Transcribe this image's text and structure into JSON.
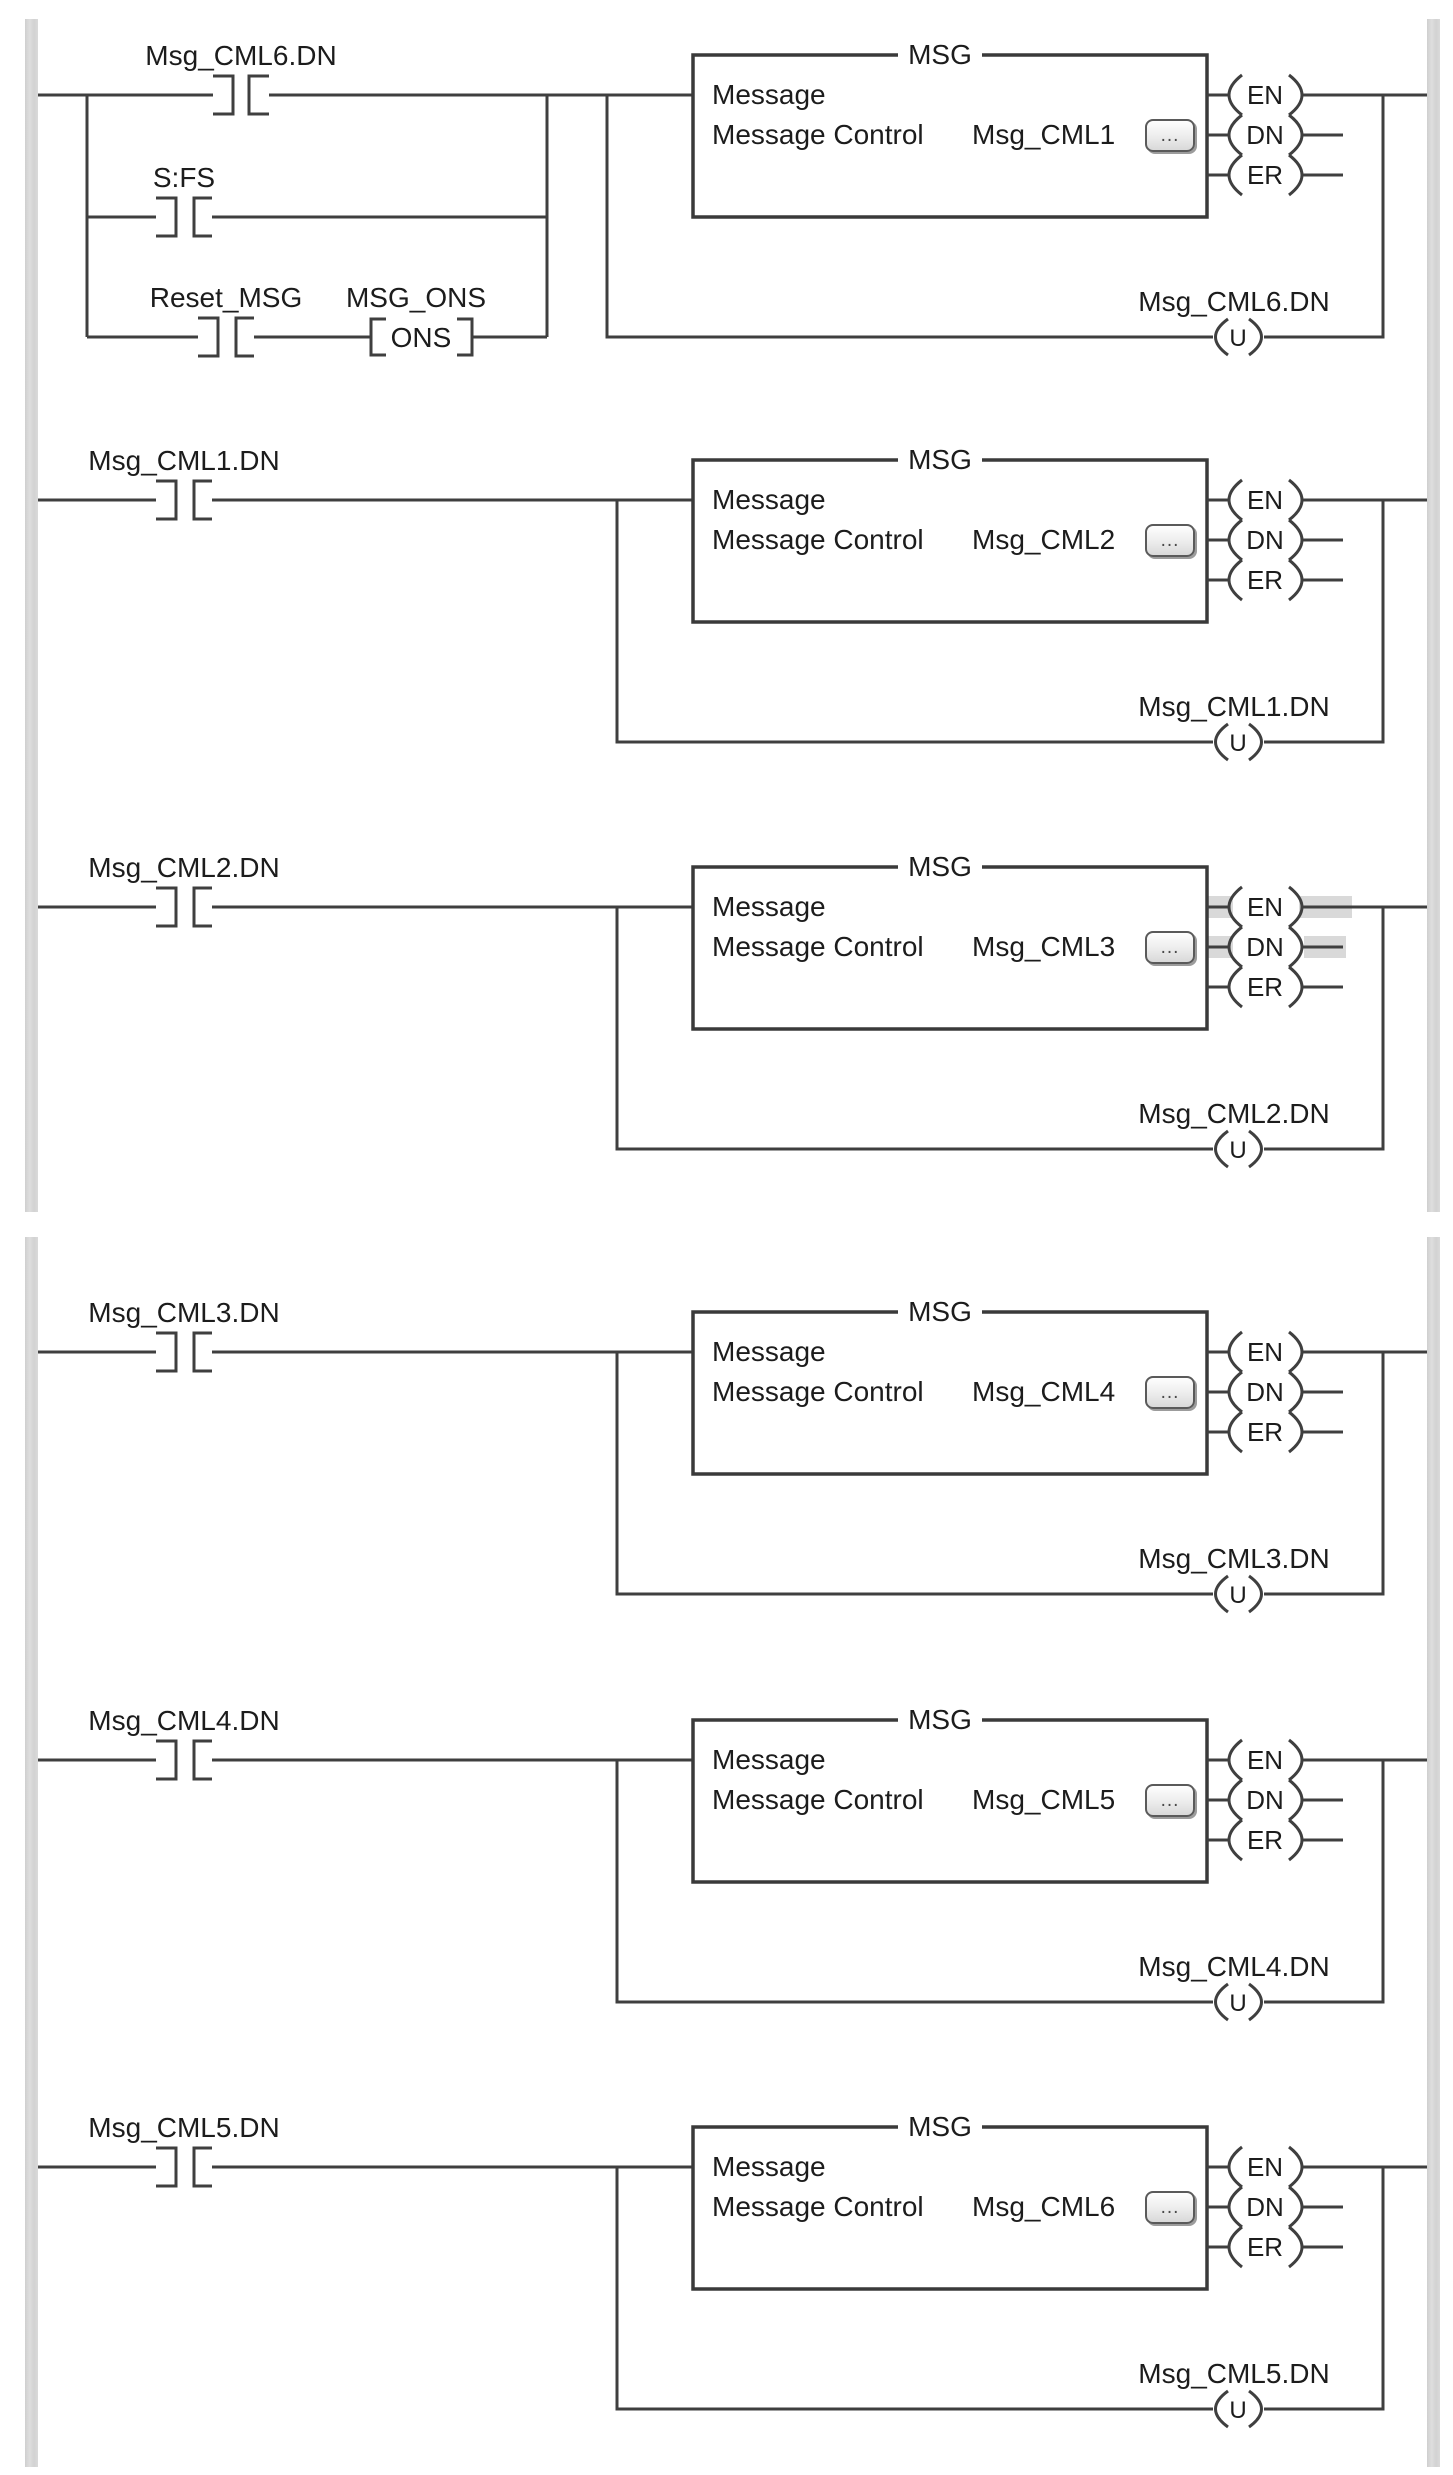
{
  "diagram": {
    "type": "ladder-logic",
    "colors": {
      "wire": "#3f3f3f",
      "text": "#1c1c1c",
      "rail": "#d5d5d5",
      "highlight": "#d9d9d9",
      "background": "#ffffff"
    },
    "instruction_set": {
      "msg_title": "MSG",
      "msg_line1": "Message",
      "msg_line2": "Message Control",
      "browse_label": "...",
      "out_en": "EN",
      "out_dn": "DN",
      "out_er": "ER",
      "unlatch": "U",
      "ons": "ONS"
    },
    "rungs": [
      {
        "input_contact": "Msg_CML6.DN",
        "parallel_contacts": [
          "S:FS",
          "Reset_MSG"
        ],
        "ons_tag": "MSG_ONS",
        "message_control_tag": "Msg_CML1",
        "unlatch_tag": "Msg_CML6.DN"
      },
      {
        "input_contact": "Msg_CML1.DN",
        "message_control_tag": "Msg_CML2",
        "unlatch_tag": "Msg_CML1.DN"
      },
      {
        "input_contact": "Msg_CML2.DN",
        "message_control_tag": "Msg_CML3",
        "unlatch_tag": "Msg_CML2.DN",
        "energized_outputs": [
          "EN",
          "DN"
        ]
      },
      {
        "input_contact": "Msg_CML3.DN",
        "message_control_tag": "Msg_CML4",
        "unlatch_tag": "Msg_CML3.DN"
      },
      {
        "input_contact": "Msg_CML4.DN",
        "message_control_tag": "Msg_CML5",
        "unlatch_tag": "Msg_CML4.DN"
      },
      {
        "input_contact": "Msg_CML5.DN",
        "message_control_tag": "Msg_CML6",
        "unlatch_tag": "Msg_CML5.DN"
      }
    ]
  }
}
